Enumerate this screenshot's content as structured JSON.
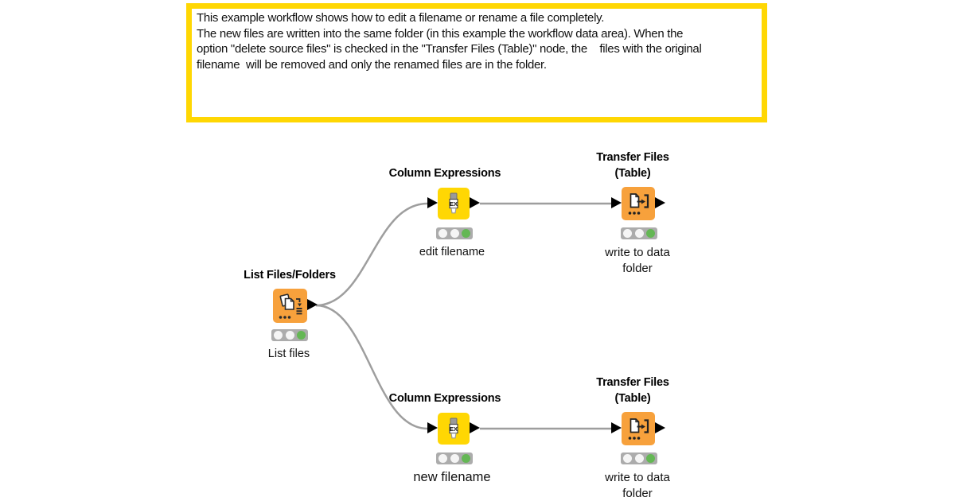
{
  "annotation": {
    "lines": [
      "This example workflow shows how to edit a filename or rename a file completely.",
      "The new files are written into the same folder (in this example the workflow data area). When the",
      "option \"delete source files\" is checked in the \"Transfer Files (Table)\" node, the    files with the original",
      "filename  will be removed and only the renamed files are in the folder."
    ]
  },
  "nodes": [
    {
      "id": "list-files-folders",
      "title": "List Files/Folders",
      "label": "List files",
      "status": "executed"
    },
    {
      "id": "column-expressions-top",
      "title": "Column Expressions",
      "label": "edit filename",
      "status": "executed"
    },
    {
      "id": "transfer-files-top",
      "title": "Transfer Files\n(Table)",
      "label": "write to data\nfolder",
      "status": "executed"
    },
    {
      "id": "column-expressions-bottom",
      "title": "Column Expressions",
      "label": "new filename",
      "status": "executed"
    },
    {
      "id": "transfer-files-bottom",
      "title": "Transfer Files\n(Table)",
      "label": "write to data\nfolder",
      "status": "executed"
    }
  ],
  "colors": {
    "node_orange": "#F7A13C",
    "node_yellow": "#FFD703",
    "annotation_border": "#FFD703",
    "wire_gray": "#9E9E9E",
    "status_green": "#64B754",
    "port_black": "#000000"
  }
}
